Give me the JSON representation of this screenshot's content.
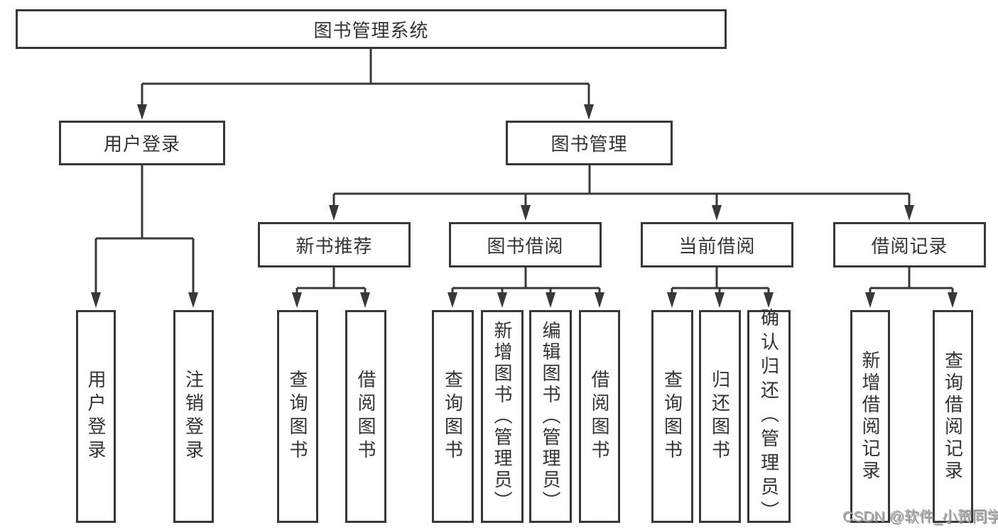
{
  "tree": {
    "root": {
      "label": "图书管理系统"
    },
    "branches": [
      {
        "label": "用户登录",
        "children": [
          {
            "label": "用户登录"
          },
          {
            "label": "注销登录"
          }
        ]
      },
      {
        "label": "图书管理",
        "children": [
          {
            "label": "新书推荐",
            "children": [
              {
                "label": "查询图书"
              },
              {
                "label": "借阅图书"
              }
            ]
          },
          {
            "label": "图书借阅",
            "children": [
              {
                "label": "查询图书"
              },
              {
                "label": "新增图书（管理员）"
              },
              {
                "label": "编辑图书（管理员）"
              },
              {
                "label": "借阅图书"
              }
            ]
          },
          {
            "label": "当前借阅",
            "children": [
              {
                "label": "查询图书"
              },
              {
                "label": "归还图书"
              },
              {
                "label": "确认归还（管理员）"
              }
            ]
          },
          {
            "label": "借阅记录",
            "children": [
              {
                "label": "新增借阅记录"
              },
              {
                "label": "查询借阅记录"
              }
            ]
          }
        ]
      }
    ]
  },
  "watermark": {
    "text": "CSDN @软件_小贺同学"
  },
  "colors": {
    "line": "#383838",
    "border": "#383838",
    "text": "#333333",
    "background": "#ffffff",
    "watermark": "#ababab"
  }
}
